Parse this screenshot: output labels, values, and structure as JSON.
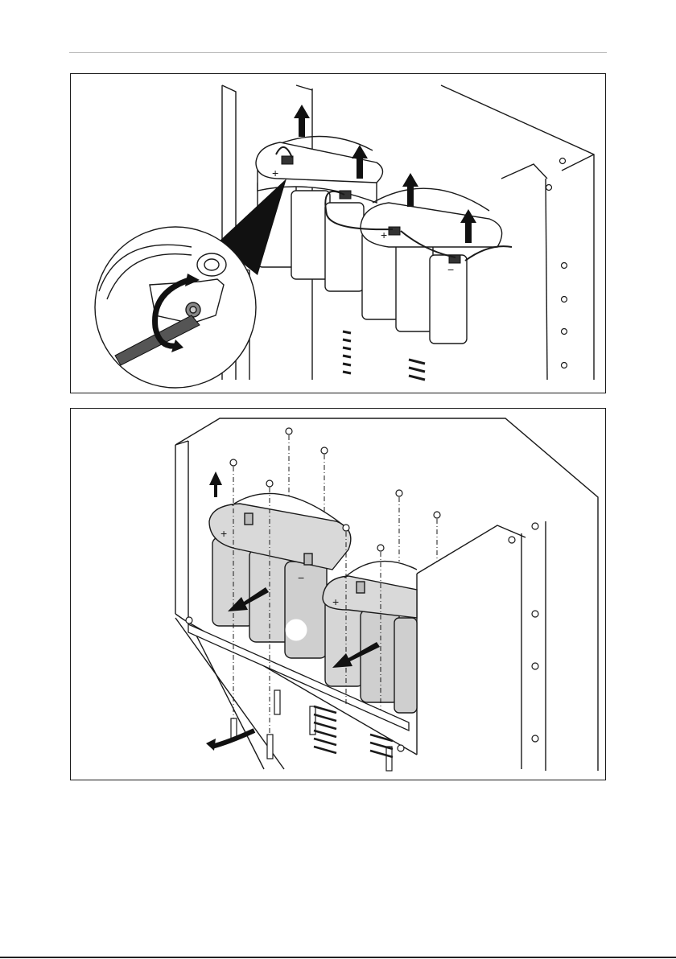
{
  "page": {
    "title": ""
  },
  "figures": [
    {
      "id": "fig1",
      "step": "disconnect-battery-cables",
      "markings": [
        "+",
        "−"
      ]
    },
    {
      "id": "fig2",
      "step": "remove-battery-bracket-and-batteries",
      "markings": [
        "+",
        "−"
      ]
    }
  ],
  "colors": {
    "line": "#1a1a1a",
    "battery": "#d9d9d9",
    "battery_shade": "#c4c4c4",
    "arrow": "#111111"
  }
}
